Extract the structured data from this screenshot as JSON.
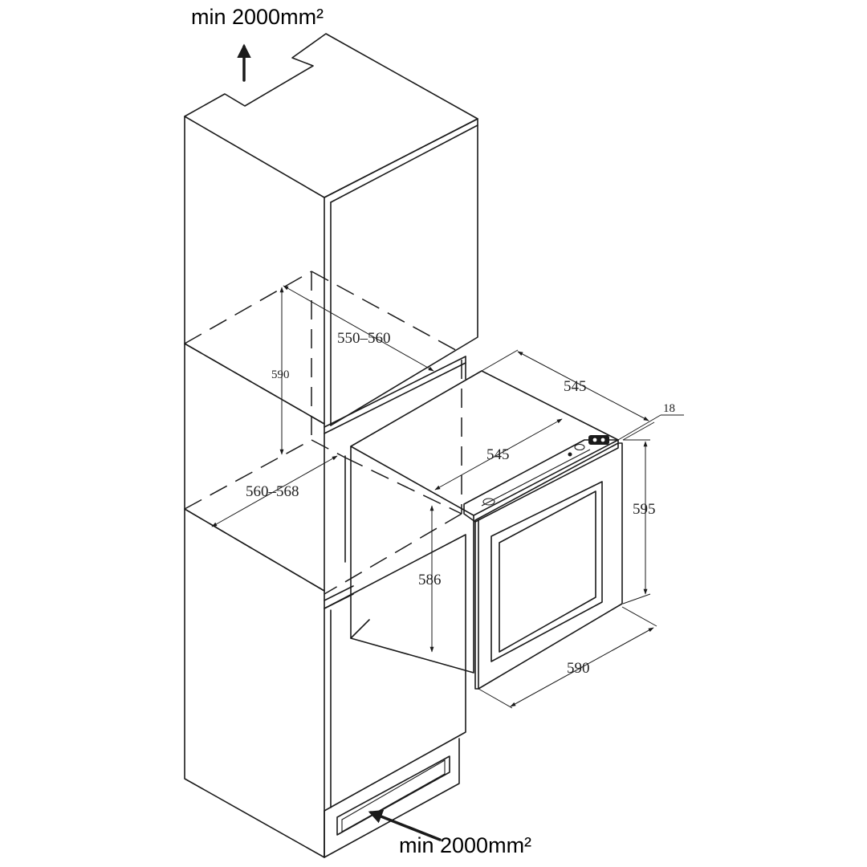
{
  "airflow": {
    "top_label": "min 2000mm²",
    "bottom_label": "min 2000mm²"
  },
  "dimensions": {
    "niche_depth": "550–560",
    "niche_height": "590",
    "niche_width": "560–568",
    "appliance_depth_top": "545",
    "appliance_depth_side": "545",
    "door_thickness": "18",
    "appliance_height_front": "595",
    "appliance_height_side": "586",
    "appliance_width": "590"
  },
  "colors": {
    "line": "#1a1a1a",
    "background": "#ffffff"
  }
}
